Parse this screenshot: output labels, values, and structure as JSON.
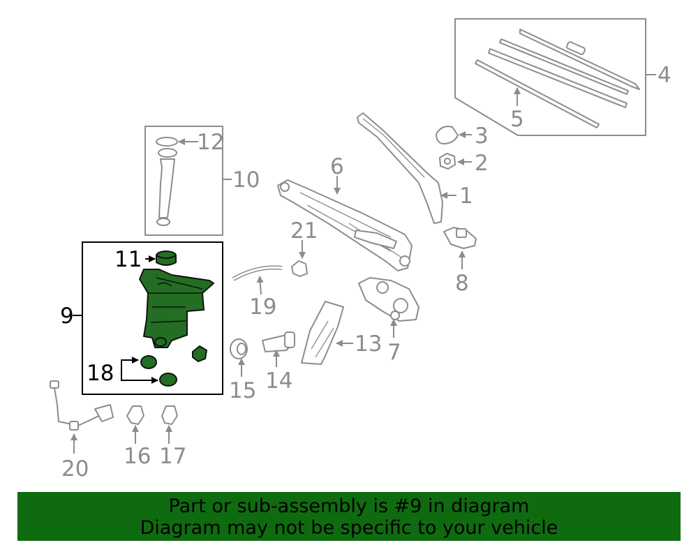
{
  "colors": {
    "highlight": "#236e23",
    "banner": "#0f6b0f",
    "callout": "#8c8c8c"
  },
  "callouts": {
    "c1": "1",
    "c2": "2",
    "c3": "3",
    "c4": "4",
    "c5": "5",
    "c6": "6",
    "c7": "7",
    "c8": "8",
    "c9": "9",
    "c10": "10",
    "c11": "11",
    "c12": "12",
    "c13": "13",
    "c14": "14",
    "c15": "15",
    "c16": "16",
    "c17": "17",
    "c18": "18",
    "c19": "19",
    "c20": "20",
    "c21": "21"
  },
  "banner": {
    "line1": "Part or sub-assembly is #9 in diagram",
    "line2": "Diagram may not be specific to your vehicle"
  }
}
